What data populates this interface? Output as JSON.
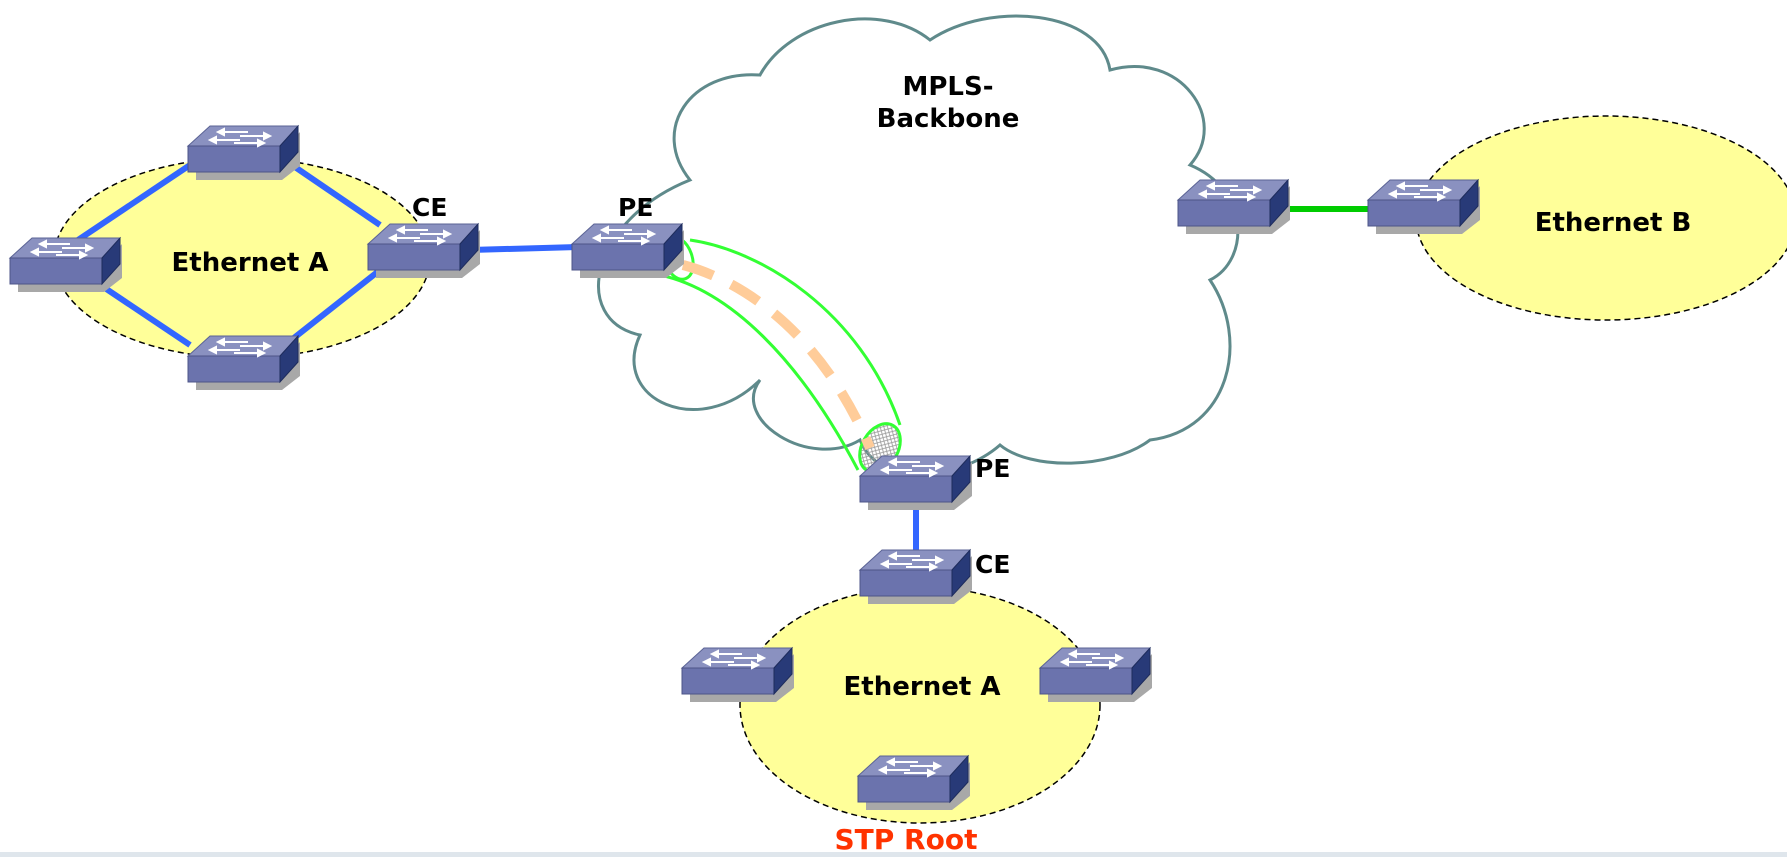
{
  "labels": {
    "mpls_line1": "MPLS-",
    "mpls_line2": "Backbone",
    "ethernet_a_left": "Ethernet A",
    "ethernet_a_bottom": "Ethernet A",
    "ethernet_b": "Ethernet B",
    "ce_left": "CE",
    "pe_left": "PE",
    "pe_bottom": "PE",
    "ce_bottom": "CE",
    "stp_root": "STP Root"
  },
  "colors": {
    "site_fill": "#ffff99",
    "cloud_fill": "#ffffff",
    "cloud_stroke": "#5f8a8b",
    "access_link": "#3366ff",
    "remote_link": "#00cc00",
    "tunnel_outline": "#33ff33",
    "pseudowire": "#ffcc99",
    "switch_top": "#8a91c0",
    "switch_front": "#6b73ad",
    "switch_side": "#283a78",
    "stp_root_text": "#ff3300"
  },
  "icons": {
    "switch": "layer2-switch-icon"
  }
}
